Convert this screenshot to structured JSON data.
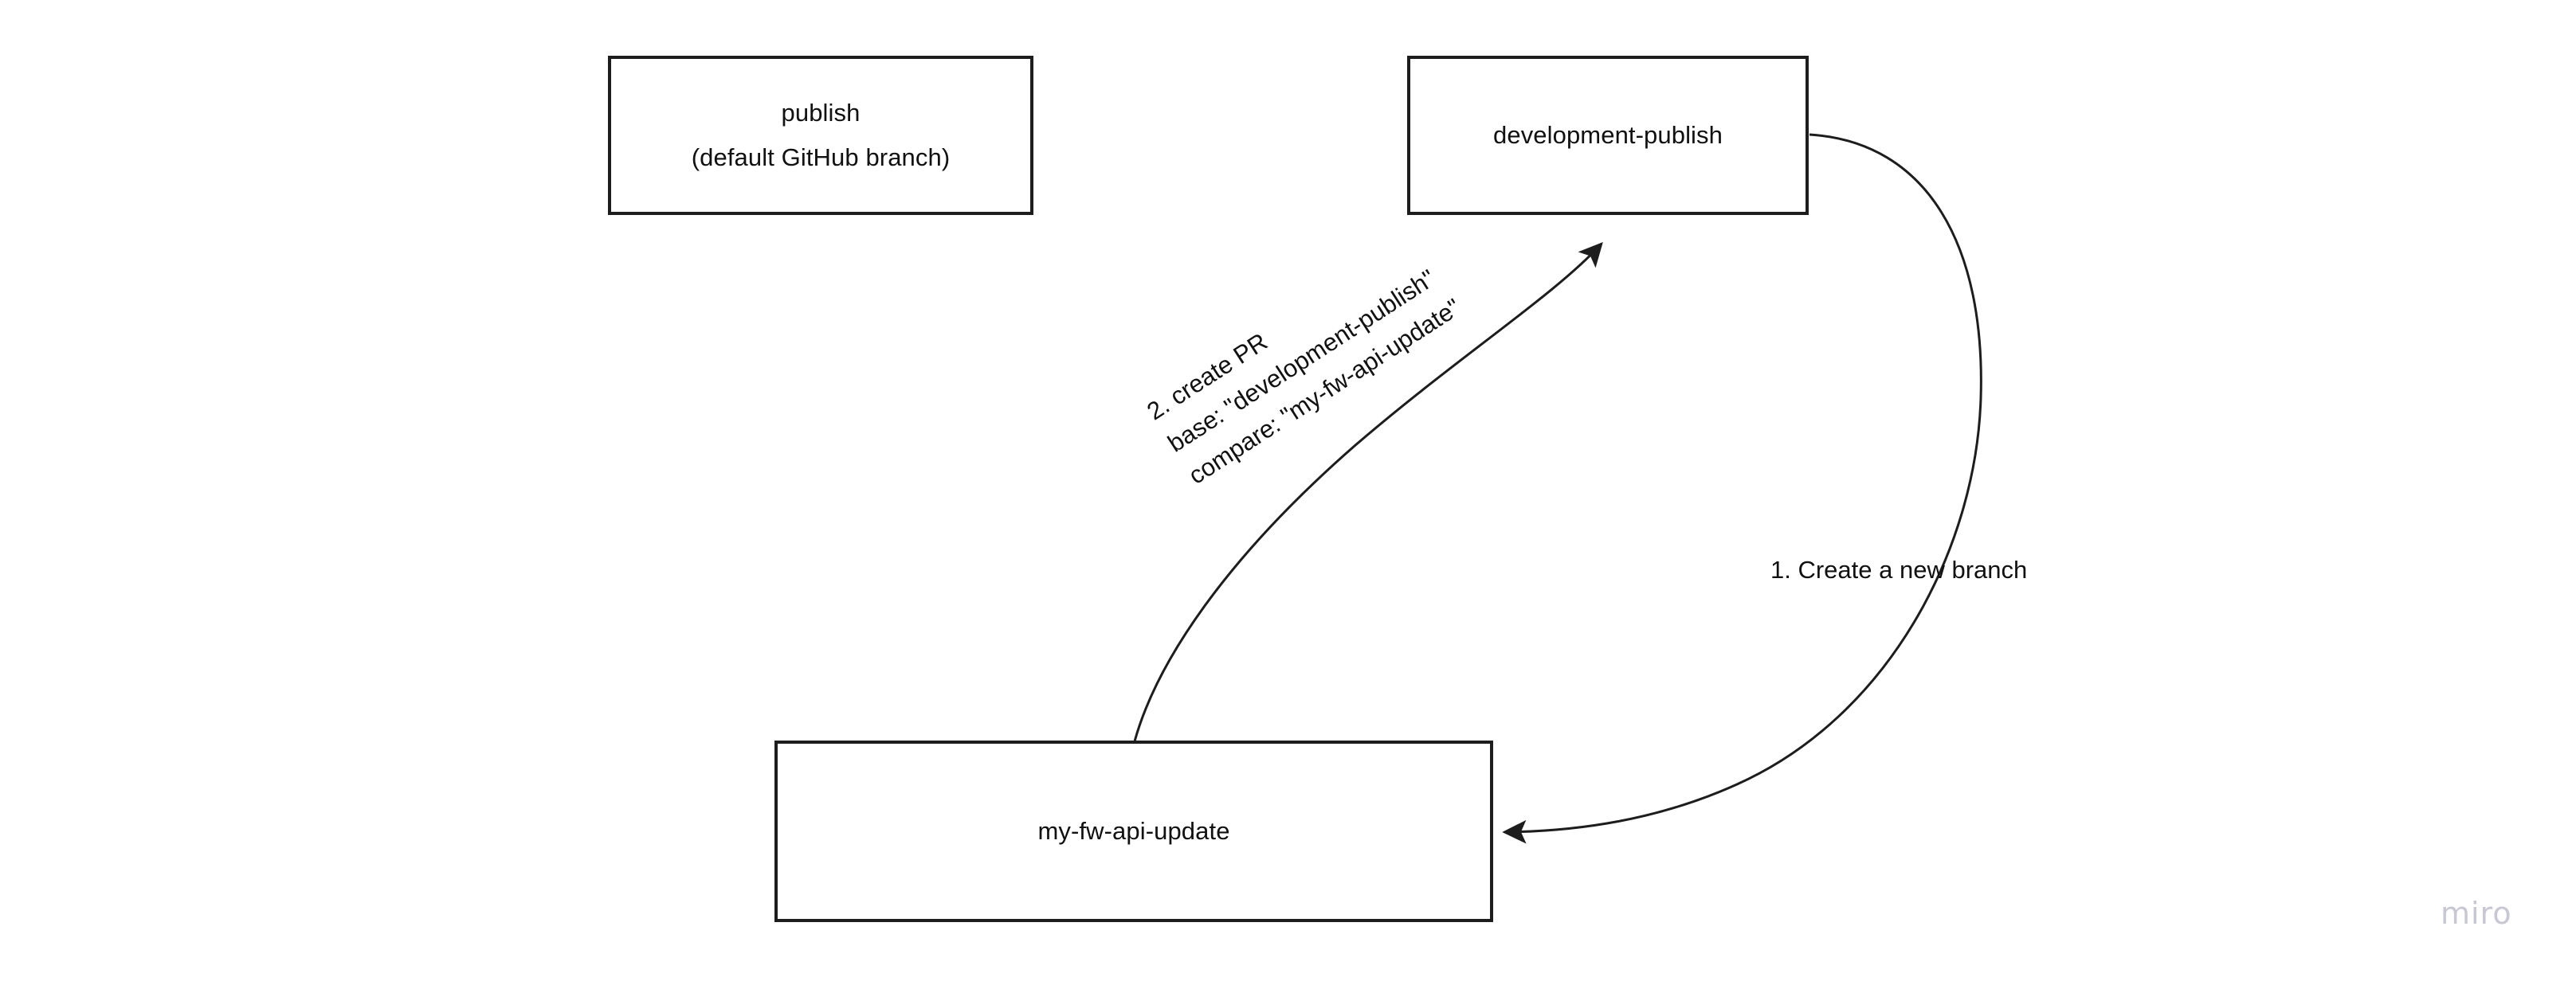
{
  "board": {
    "background_color": "#ffffff",
    "watermark": "miro",
    "watermark_color": "#c8c7d4"
  },
  "nodes": [
    {
      "id": "publish",
      "label": "publish\n(default GitHub branch)",
      "border_color": "#1d1d1d",
      "fill_color": "#ffffff"
    },
    {
      "id": "development-publish",
      "label": "development-publish",
      "border_color": "#1d1d1d",
      "fill_color": "#ffffff"
    },
    {
      "id": "my-fw-api-update",
      "label": "my-fw-api-update",
      "border_color": "#1d1d1d",
      "fill_color": "#ffffff"
    }
  ],
  "edges": [
    {
      "id": "create-branch",
      "from": "development-publish",
      "to": "my-fw-api-update",
      "label": "1. Create a new branch",
      "stroke_color": "#1d1d1d"
    },
    {
      "id": "create-pr",
      "from": "my-fw-api-update",
      "to": "development-publish",
      "label": "2. create PR\nbase: \"development-publish\"\ncompare: \"my-fw-api-update\"",
      "stroke_color": "#1d1d1d"
    }
  ]
}
